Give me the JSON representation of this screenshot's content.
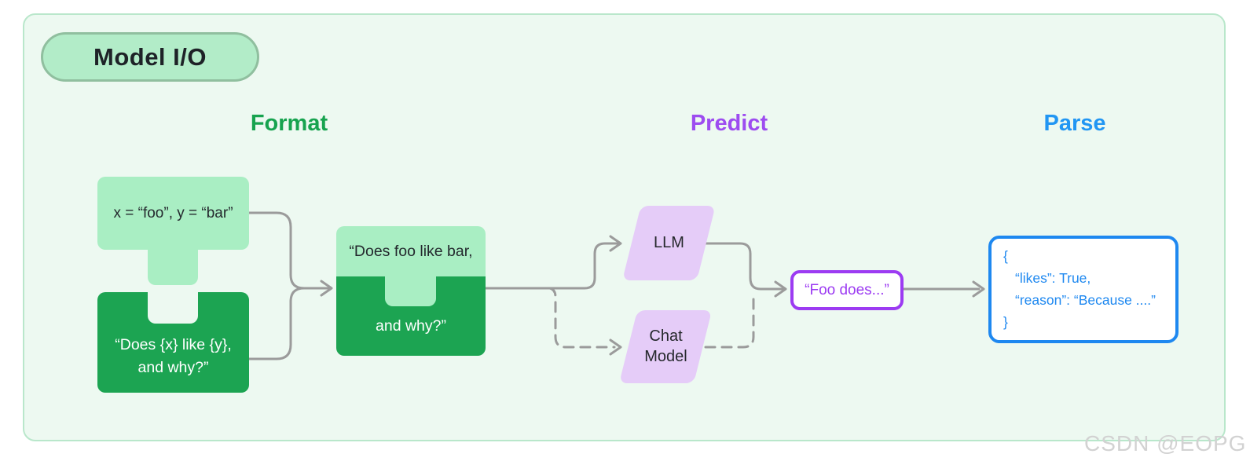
{
  "title_badge": "Model I/O",
  "stages": {
    "format": {
      "label": "Format",
      "color": "#17a34f"
    },
    "predict": {
      "label": "Predict",
      "color": "#9d4cf0"
    },
    "parse": {
      "label": "Parse",
      "color": "#2196f3"
    }
  },
  "format_stage": {
    "variables_piece": {
      "text": "x = “foo”, y = “bar”"
    },
    "template_piece": {
      "line1": "“Does {x} like {y},",
      "line2": "and why?”"
    },
    "merged_piece": {
      "line1": "“Does foo like bar,",
      "line2": "and why?”"
    }
  },
  "predict_stage": {
    "llm_label": "LLM",
    "chat_model_line1": "Chat",
    "chat_model_line2": "Model",
    "output_text": "“Foo does...”"
  },
  "parse_stage": {
    "line1": "{",
    "line2": "“likes”: True,",
    "line3": "“reason”: “Because ....”",
    "line4": "}"
  },
  "watermark": "CSDN @EOPG",
  "colors": {
    "container_bg": "#edf9f1",
    "container_border": "#b9e7cb",
    "badge_bg": "#b2ecc8",
    "badge_border": "#90bf9f",
    "light_green": "#a9eec3",
    "dark_green": "#1ca452",
    "parallelogram_purple": "#e5ccf8",
    "output_border_purple": "#9c3bf2",
    "parse_blue": "#1e88f0",
    "connector_gray": "#9b9b9b"
  }
}
